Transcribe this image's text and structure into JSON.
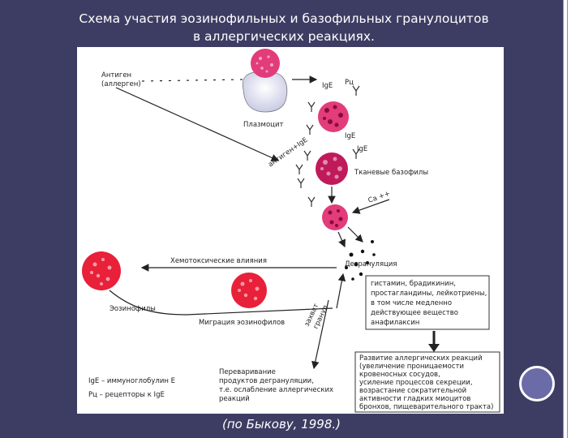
{
  "slide": {
    "title_line1": "Схема участия эозинофильных и базофильных гранулоцитов",
    "title_line2": "в аллергических реакциях.",
    "caption": "(по Быкову, 1998.)"
  },
  "diagram": {
    "antigen_line1": "Антиген",
    "antigen_line2": "(аллерген)",
    "plasmocyte": "Плазмоцит",
    "ige_1": "IgE",
    "rc": "Рц",
    "ige_2": "IgE",
    "ige_3": "IgE",
    "antigen_ige": "антиген+IgE",
    "tissue_basophils": "Тканевые базофилы",
    "ca": "Ca ++",
    "chemotoxic": "Хемотоксические влияния",
    "degranulation": "Дегрануляция",
    "eosinophils": "Эозинофилы",
    "migration": "Миграция эозинофилов",
    "capture_line1": "захват",
    "capture_line2": "гранул",
    "mediators": [
      "гистамин, брадикинин,",
      "простагландины, лейкотриены,",
      "в том числе медленно",
      "действующее вещество",
      "анафилаксин"
    ],
    "digestion": [
      "Переваривание",
      "продуктов дегрануляции,",
      "т.е. ослабление аллергических",
      "реакций"
    ],
    "legend_ige": "IgE – иммуноглобулин E",
    "legend_rc": "Рц – рецепторы к IgE",
    "development": [
      "Развитие аллергических реакций",
      "(увеличение проницаемости",
      "кровеносных сосудов,",
      "усиление процессов секреции,",
      "возрастание сократительной",
      "активности гладких миоцитов",
      "бронхов, пищеварительного тракта)"
    ],
    "colors": {
      "cell_pink": "#e23c7a",
      "cell_magenta": "#c01a5a",
      "eosinophil_red": "#e8203a",
      "plasmocyte_body": "#f2f2f8"
    }
  }
}
